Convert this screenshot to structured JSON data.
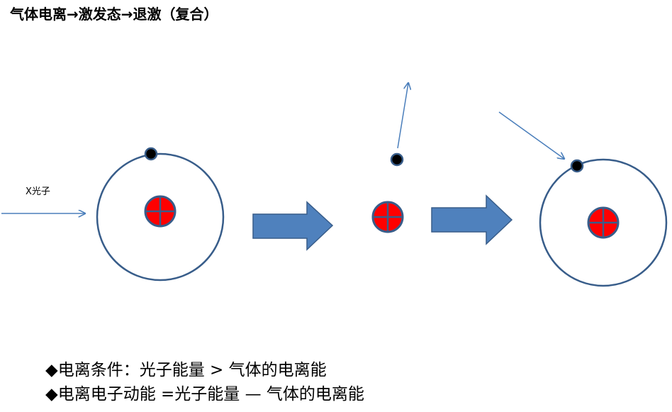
{
  "title": "气体电离→激发态→退激（复合）",
  "photon_label": "X光子",
  "notes": [
    "◆电离条件：光子能量 > 气体的电离能",
    "◆电离电子动能 =光子能量 — 气体的电离能"
  ],
  "colors": {
    "arrow_fill": "#4f81bd",
    "stroke": "#385d8a",
    "nucleus": "#ff0000",
    "electron": "#000000"
  }
}
